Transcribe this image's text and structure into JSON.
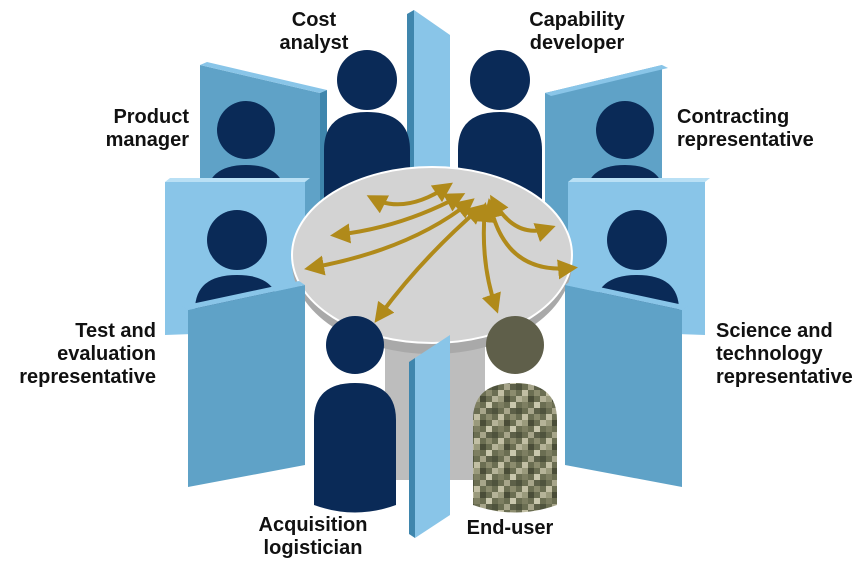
{
  "colors": {
    "person": "#0a2a57",
    "panel_light": "#89c5e8",
    "panel_mid": "#5fa2c7",
    "panel_dark": "#3f86ad",
    "table_top": "#d3d3d3",
    "table_rim": "#a9a9a9",
    "table_base": "#bdbdbd",
    "arrow": "#b08a1a",
    "camo_head": "#5f5f4a"
  },
  "roles": {
    "cost_analyst": [
      "Cost",
      "analyst"
    ],
    "capability_developer": [
      "Capability",
      "developer"
    ],
    "product_manager": [
      "Product",
      "manager"
    ],
    "contracting_representative": [
      "Contracting",
      "representative"
    ],
    "test_evaluation_representative": [
      "Test and",
      "evaluation",
      "representative"
    ],
    "science_technology_representative": [
      "Science and",
      "technology",
      "representative"
    ],
    "acquisition_logistician": [
      "Acquisition",
      "logistician"
    ],
    "end_user": [
      "End-user"
    ]
  }
}
